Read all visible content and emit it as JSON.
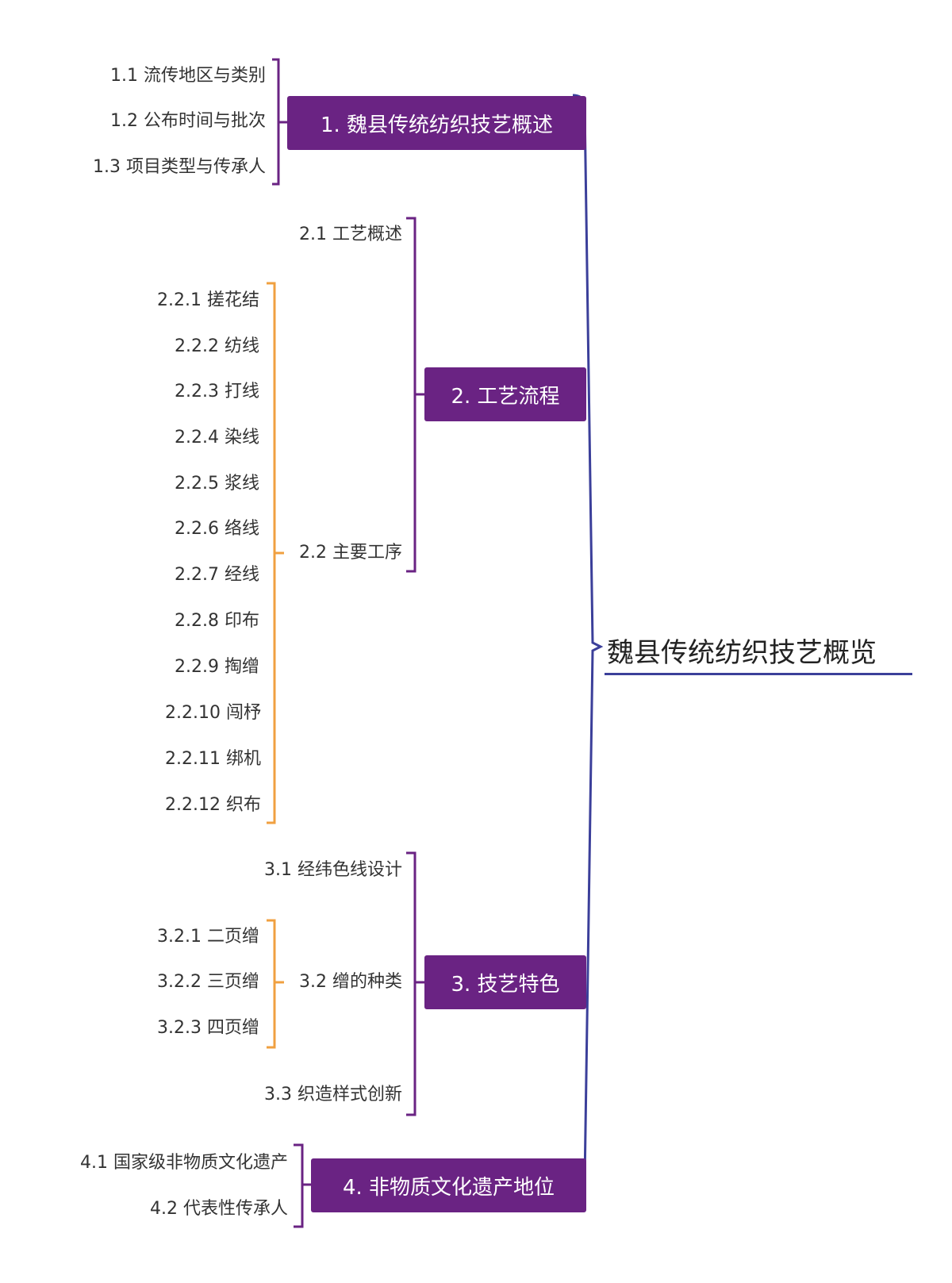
{
  "root": {
    "label": "魏县传统纺织技艺概览",
    "line_color": "#3b3f9a"
  },
  "colors": {
    "topic_bg": "#6a2383",
    "topic_text": "#ffffff",
    "level1_bracket": "#6a2383",
    "level2_bracket": "#f0a040",
    "root_bracket": "#3b3f9a",
    "leaf_text": "#333333"
  },
  "topics": [
    {
      "label": "1. 魏县传统纺织技艺概述",
      "children": [
        {
          "label": "1.1 流传地区与类别"
        },
        {
          "label": "1.2 公布时间与批次"
        },
        {
          "label": "1.3 项目类型与传承人"
        }
      ]
    },
    {
      "label": "2. 工艺流程",
      "children": [
        {
          "label": "2.1 工艺概述"
        },
        {
          "label": "2.2 主要工序",
          "children": [
            {
              "label": "2.2.1 搓花结"
            },
            {
              "label": "2.2.2 纺线"
            },
            {
              "label": "2.2.3 打线"
            },
            {
              "label": "2.2.4 染线"
            },
            {
              "label": "2.2.5 浆线"
            },
            {
              "label": "2.2.6 络线"
            },
            {
              "label": "2.2.7 经线"
            },
            {
              "label": "2.2.8 印布"
            },
            {
              "label": "2.2.9 掏缯"
            },
            {
              "label": "2.2.10 闯杼"
            },
            {
              "label": "2.2.11 绑机"
            },
            {
              "label": "2.2.12 织布"
            }
          ]
        }
      ]
    },
    {
      "label": "3. 技艺特色",
      "children": [
        {
          "label": "3.1 经纬色线设计"
        },
        {
          "label": "3.2 缯的种类",
          "children": [
            {
              "label": "3.2.1 二页缯"
            },
            {
              "label": "3.2.2 三页缯"
            },
            {
              "label": "3.2.3 四页缯"
            }
          ]
        },
        {
          "label": "3.3 织造样式创新"
        }
      ]
    },
    {
      "label": "4. 非物质文化遗产地位",
      "children": [
        {
          "label": "4.1 国家级非物质文化遗产"
        },
        {
          "label": "4.2 代表性传承人"
        }
      ]
    }
  ]
}
